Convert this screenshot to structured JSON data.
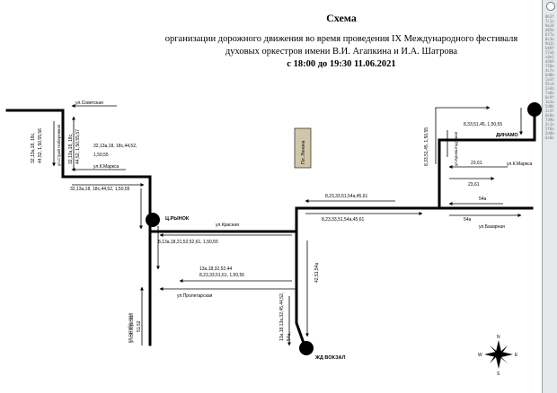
{
  "header": {
    "title": "Схема",
    "line1": "организации дорожного движения во время проведения IX Международного фестиваля",
    "line2": "духовых оркестров имени В.И. Агапкина и И.А. Шатрова",
    "time": "с 18:00 до 19:30 11.06.2021"
  },
  "sidebar": {
    "code": "0b3f7c1a9e24d85b6f7a0c3e9d12b48f57a6c0e1d3b9f28a4c7e6d0b1a3f95c82e4d7a6b0c9f1e3a5d8b2c4f6e0a7d9b3c1e5f8a2d4b6c0e9f7a1d3b5c8e2f4a6d0b9c7e1f3a5d8b2c4e6f0a"
  },
  "streets": {
    "sovetskaya": "ул.Советская",
    "stroy": "ул.Строй Набережная",
    "kmarxa_left": "ул.К.Маркса",
    "kmarxa_right": "ул.К.Маркса",
    "krasnaya": "ул.Красная",
    "proletarskaya": "ул.Пролетарская",
    "oktyabrskaya": "ул.Октябрьская",
    "kronshtadtskaya": "ул.Кронштадтская",
    "bazarnaya": "ул.Базарная",
    "lenin_monument": "Пл. Ленина"
  },
  "stops": {
    "c_rynok": "Ц.РЫНОК",
    "dinamo": "ДИНАМО",
    "zhd_vokzal": "ЖД ВОКЗАЛ"
  },
  "routes": {
    "r_left_v1": "32,13а,18, 18с,",
    "r_left_v2": "44,52, 1,50,55,56",
    "r_left_v3": "32,13а,18, 18с,",
    "r_left_v4": "44,52, 1,50,55,57",
    "r_mid1": "32,13а,18, 18с,44,52,",
    "r_mid2": "1,50,55",
    "r_mid3": "32,13а,18, 18с,44,52, 1,50,55",
    "r_rynok": "8,13а,18,21,52,52,61, 1,50,55",
    "r_prolet1": "13а,18,32,52,44",
    "r_prolet2": "8,23,33,51,61, 1,50,55",
    "r_okt1": "59,Октябрьская",
    "r_okt2": "51,52",
    "r_vokzal1": "13а,18,13а,32,45,44,52,",
    "r_vokzal2": "54а,",
    "r_vokzal3": "42,51,54а",
    "r_kr1": "8,23,33,51,54а,45,61",
    "r_kr2": "8,23,33,51,54а,45,61",
    "r_dinamo1": "8,33,51,45, 1,50,55",
    "r_dinamo2": "8,33,51,45, 1,50,55",
    "r_2361a": "23,61",
    "r_2361b": "23,61",
    "r_54a_a": "54а",
    "r_54a_b": "54а"
  },
  "compass": {
    "n": "N",
    "s": "S",
    "e": "E",
    "w": "W"
  }
}
